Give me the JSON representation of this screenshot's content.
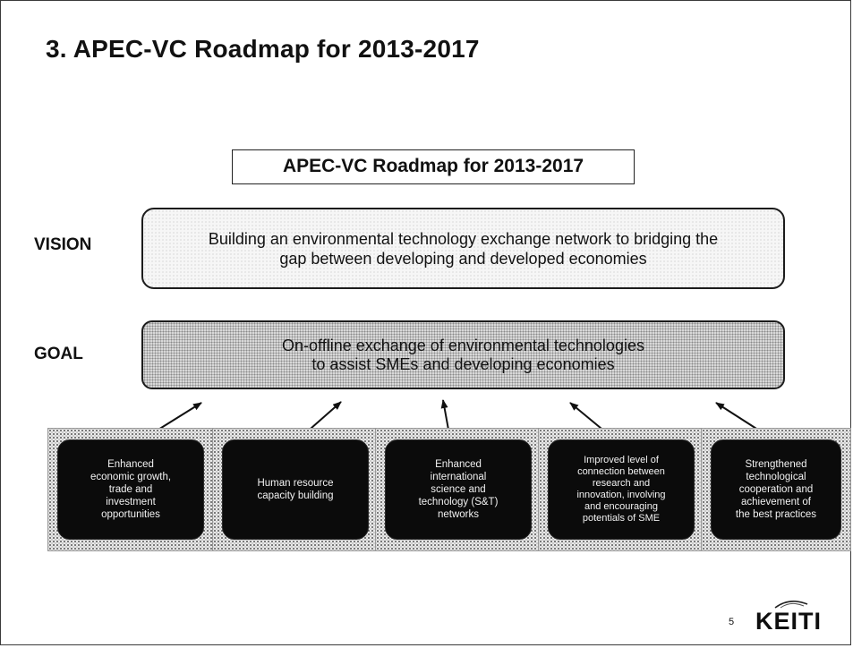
{
  "slide": {
    "title": "3. APEC-VC Roadmap for 2013-2017",
    "page_number": "5"
  },
  "roadmap": {
    "title": "APEC-VC Roadmap for 2013-2017",
    "vision": {
      "label": "VISION",
      "line1": "Building an environmental technology exchange network to  bridging the",
      "line2": "gap between developing and developed economies"
    },
    "goal": {
      "label": "GOAL",
      "line1": "On-offline exchange of environmental technologies",
      "line2": "to assist SMEs and developing economies"
    },
    "objectives": [
      {
        "lines": [
          "Enhanced",
          "economic growth,",
          "trade and",
          "investment",
          "opportunities"
        ]
      },
      {
        "lines": [
          "Human resource",
          "capacity building"
        ]
      },
      {
        "lines": [
          "Enhanced",
          "international",
          "science and",
          "technology (S&T)",
          "networks"
        ]
      },
      {
        "lines": [
          "Improved level of",
          "connection between",
          "research and",
          "innovation, involving",
          "and encouraging",
          "potentials of SME"
        ]
      },
      {
        "lines": [
          "Strengthened",
          "technological",
          "cooperation and",
          "achievement of",
          "the best practices"
        ]
      }
    ]
  },
  "logo": {
    "text": "KEITI",
    "icon": "swoosh-icon"
  },
  "colors": {
    "card_bg": "#0b0b0b",
    "card_text": "#f2f2f2",
    "border": "#1c1c1c"
  }
}
